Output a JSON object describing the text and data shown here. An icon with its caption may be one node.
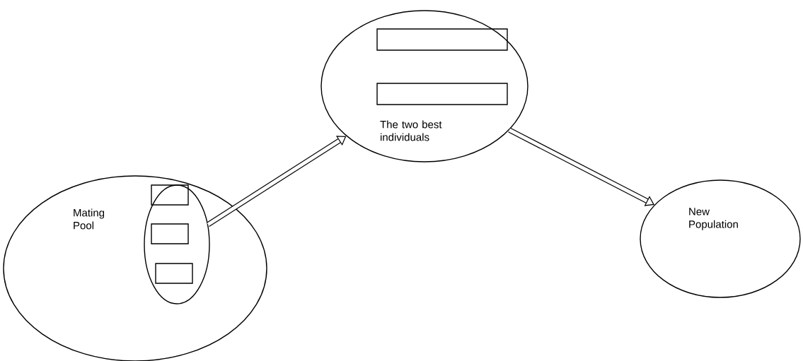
{
  "diagram": {
    "nodes": [
      {
        "text": [
          "Mating Pool"
        ]
      },
      {
        "text": [],
        "shape": "ellipse",
        "in": 0
      },
      {
        "text": [],
        "shape": "box",
        "in": 1
      },
      {
        "text": [],
        "shape": "box",
        "in": 1
      },
      {
        "text": [],
        "shape": "box",
        "in": 1
      },
      {
        "text": [
          "The two best individuals"
        ]
      },
      {
        "text": [],
        "shape": "box",
        "in": 5
      },
      {
        "text": [],
        "shape": "box",
        "in": 5
      },
      {
        "text": [
          "New Population"
        ]
      }
    ],
    "edges": [
      {
        "from": 1,
        "to": 5,
        "arrow": "to"
      },
      {
        "from": 5,
        "to": 8,
        "arrow": "to"
      }
    ]
  }
}
